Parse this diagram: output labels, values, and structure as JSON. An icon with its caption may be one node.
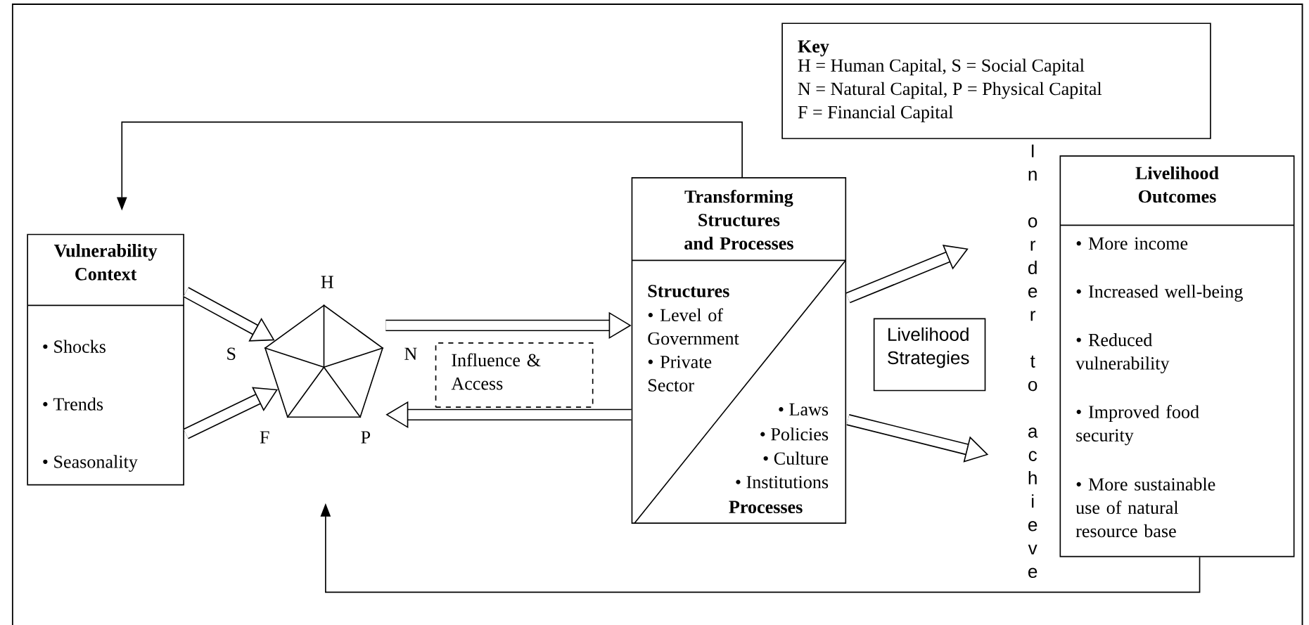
{
  "diagram": {
    "nodes": [
      {
        "text": [
          "Key",
          "H = Human Capital, S = Social Capital",
          "N = Natural Capital, P = Physical Capital",
          "F = Financial Capital"
        ]
      },
      {
        "text": [
          "Vulnerability Context",
          "• Shocks",
          "• Trends",
          "• Seasonality"
        ]
      },
      {
        "text": [],
        "shape": "pentagon",
        "beside": [
          "H",
          "S",
          "N",
          "F",
          "P"
        ]
      },
      {
        "text": [
          "Influence & Access"
        ]
      },
      {
        "text": [
          "Transforming Structures and Processes",
          "Structures",
          "• Level of Government",
          "• Private Sector",
          "• Laws",
          "• Policies",
          "• Culture",
          "• Institutions",
          "Processes"
        ]
      },
      {
        "text": [
          "Livelihood Strategies"
        ]
      },
      {
        "text": [
          "Livelihood Outcomes",
          "• More income",
          "• Increased well-being",
          "• Reduced vulnerability",
          "• Improved food security",
          "• More sustainable use of natural resource base"
        ]
      }
    ],
    "edges": [
      {
        "from": 4,
        "to": 1,
        "arrow": "to"
      },
      {
        "from": 1,
        "to": 2,
        "arrow": "to"
      },
      {
        "from": 1,
        "to": 2,
        "arrow": "to"
      },
      {
        "from": 2,
        "to": 4,
        "arrow": "to"
      },
      {
        "from": 4,
        "to": 2,
        "arrow": "to"
      },
      {
        "from": 4,
        "to": null,
        "arrow": "to"
      },
      {
        "from": 4,
        "to": null,
        "arrow": "to"
      },
      {
        "from": 6,
        "to": 2,
        "arrow": "to"
      }
    ],
    "labels": [
      "In order to achieve"
    ]
  }
}
